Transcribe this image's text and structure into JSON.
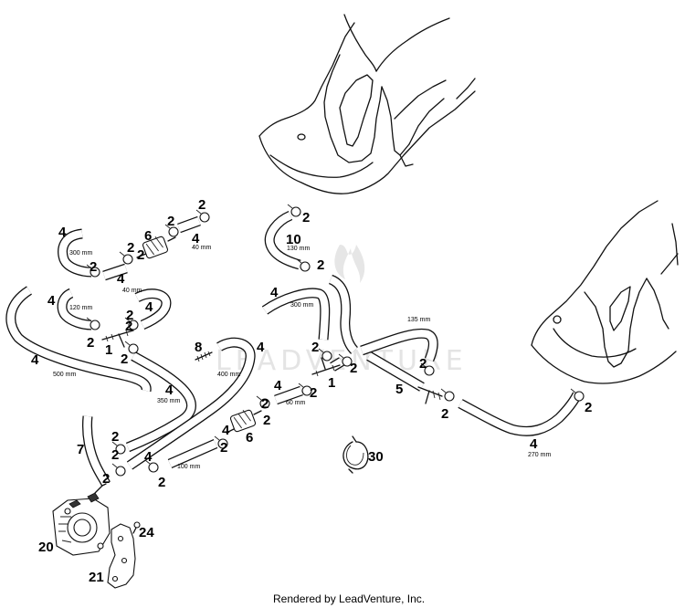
{
  "watermark": "LEADVENTURE",
  "footer": "Rendered by LeadVenture, Inc.",
  "callouts": [
    {
      "id": "c01",
      "text": "2"
    },
    {
      "id": "c02",
      "text": "2"
    },
    {
      "id": "c03",
      "text": "4"
    },
    {
      "id": "c04",
      "text": "2"
    },
    {
      "id": "c05",
      "text": "6"
    },
    {
      "id": "c06",
      "text": "4"
    },
    {
      "id": "c07",
      "text": "2"
    },
    {
      "id": "c08",
      "text": "4"
    },
    {
      "id": "c09",
      "text": "2"
    },
    {
      "id": "c10",
      "text": "4"
    },
    {
      "id": "c11",
      "text": "4"
    },
    {
      "id": "c12",
      "text": "2"
    },
    {
      "id": "c13",
      "text": "2"
    },
    {
      "id": "c14",
      "text": "4"
    },
    {
      "id": "c15",
      "text": "2"
    },
    {
      "id": "c16",
      "text": "1"
    },
    {
      "id": "c17",
      "text": "2"
    },
    {
      "id": "c18",
      "text": "8"
    },
    {
      "id": "c19",
      "text": "4"
    },
    {
      "id": "c20",
      "text": "4"
    },
    {
      "id": "c21",
      "text": "2"
    },
    {
      "id": "c22",
      "text": "7"
    },
    {
      "id": "c23",
      "text": "2"
    },
    {
      "id": "c24",
      "text": "2"
    },
    {
      "id": "c25",
      "text": "4"
    },
    {
      "id": "c26",
      "text": "2"
    },
    {
      "id": "c27",
      "text": "2"
    },
    {
      "id": "c28",
      "text": "6"
    },
    {
      "id": "c29",
      "text": "2"
    },
    {
      "id": "c30",
      "text": "4"
    },
    {
      "id": "c31",
      "text": "2"
    },
    {
      "id": "c32",
      "text": "20"
    },
    {
      "id": "c33",
      "text": "24"
    },
    {
      "id": "c34",
      "text": "21"
    },
    {
      "id": "c35",
      "text": "2"
    },
    {
      "id": "c36",
      "text": "10"
    },
    {
      "id": "c37",
      "text": "2"
    },
    {
      "id": "c38",
      "text": "4"
    },
    {
      "id": "c39",
      "text": "2"
    },
    {
      "id": "c40",
      "text": "2"
    },
    {
      "id": "c41",
      "text": "1"
    },
    {
      "id": "c42",
      "text": "4"
    },
    {
      "id": "c43",
      "text": "2"
    },
    {
      "id": "c44",
      "text": "5"
    },
    {
      "id": "c45",
      "text": "2"
    },
    {
      "id": "c46",
      "text": "2"
    },
    {
      "id": "c47",
      "text": "4"
    },
    {
      "id": "c48",
      "text": "30"
    },
    {
      "id": "c49",
      "text": "2"
    }
  ],
  "dimensions": [
    {
      "id": "d01",
      "text": "300 mm"
    },
    {
      "id": "d02",
      "text": "40 mm"
    },
    {
      "id": "d03",
      "text": "40 mm"
    },
    {
      "id": "d04",
      "text": "120 mm"
    },
    {
      "id": "d05",
      "text": "500 mm"
    },
    {
      "id": "d06",
      "text": "350 mm"
    },
    {
      "id": "d07",
      "text": "400 mm"
    },
    {
      "id": "d08",
      "text": "100 mm"
    },
    {
      "id": "d09",
      "text": "130 mm"
    },
    {
      "id": "d10",
      "text": "300 mm"
    },
    {
      "id": "d11",
      "text": "60 mm"
    },
    {
      "id": "d12",
      "text": "135 mm"
    },
    {
      "id": "d13",
      "text": "270 mm"
    }
  ]
}
